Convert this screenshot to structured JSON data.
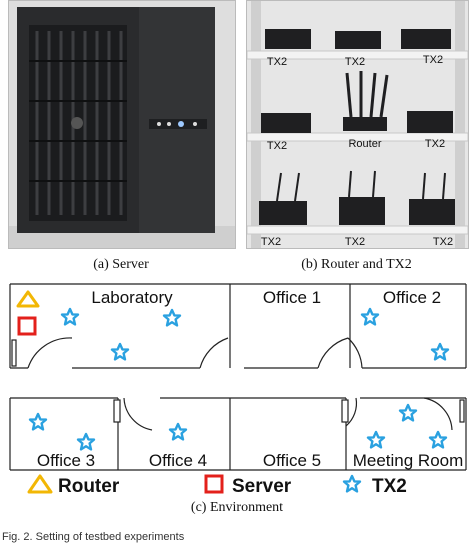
{
  "photos": {
    "server_caption": "(a) Server",
    "router_caption": "(b) Router and TX2",
    "shelf_labels": [
      "TX2",
      "TX2",
      "TX2",
      "TX2",
      "Router",
      "TX2",
      "TX2",
      "TX2",
      "TX2"
    ]
  },
  "environment": {
    "caption": "(c) Environment",
    "rooms": [
      "Laboratory",
      "Office 1",
      "Office 2",
      "Office 3",
      "Office 4",
      "Office 5",
      "Meeting Room"
    ]
  },
  "legend": {
    "router": "Router",
    "server": "Server",
    "tx2": "TX2"
  },
  "colors": {
    "router_marker": "#f2b705",
    "server_marker": "#e3201b",
    "tx2_marker": "#2aa1e0"
  },
  "figure": {
    "caption": "Fig. 2. Setting of testbed experiments"
  }
}
